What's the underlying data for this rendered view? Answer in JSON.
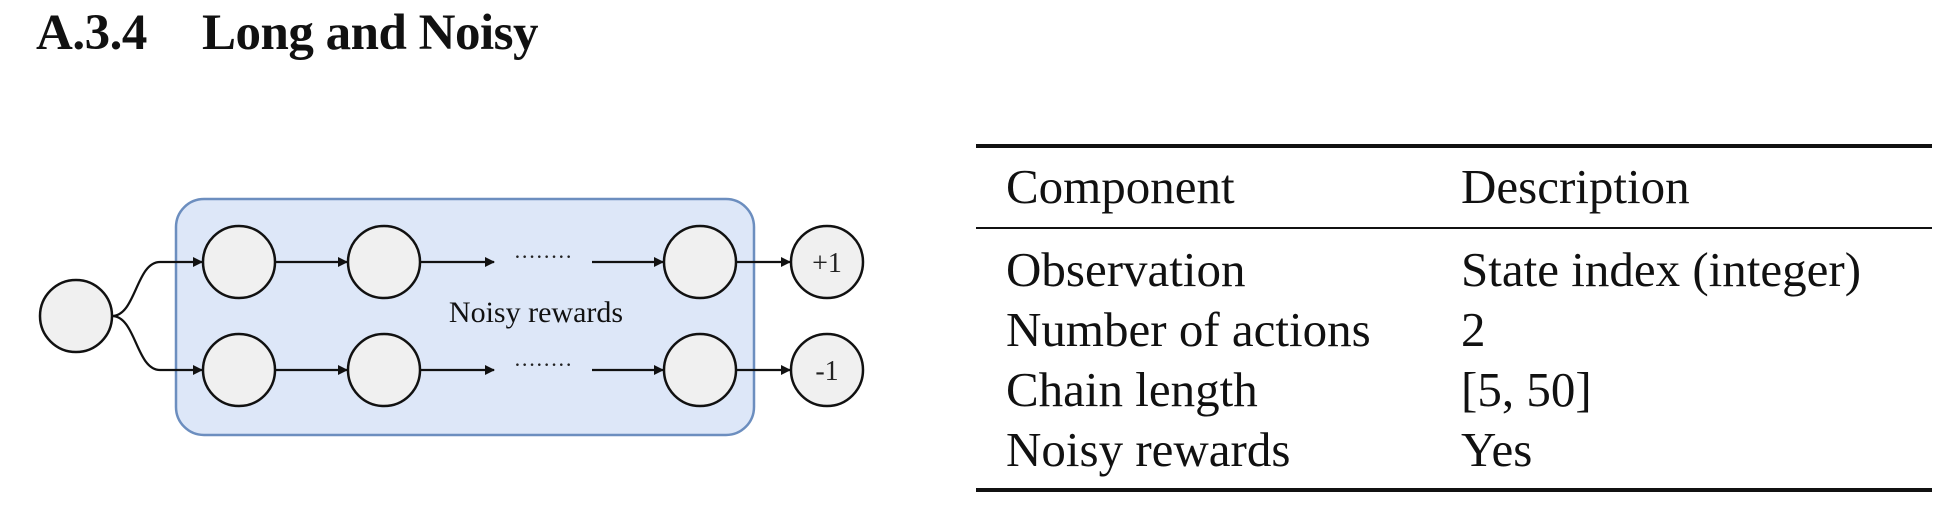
{
  "section": {
    "number": "A.3.4",
    "title": "Long and Noisy"
  },
  "diagram": {
    "box_label": "Noisy rewards",
    "ellipsis": "········",
    "terminal_top": "+1",
    "terminal_bottom": "-1",
    "colors": {
      "box_fill": "#dde7f8",
      "box_stroke": "#6c8ebf",
      "node_fill": "#f0f0f0",
      "stroke": "#111111"
    }
  },
  "table": {
    "headers": [
      "Component",
      "Description"
    ],
    "rows": [
      [
        "Observation",
        "State index (integer)"
      ],
      [
        "Number of actions",
        "2"
      ],
      [
        "Chain length",
        "[5, 50]"
      ],
      [
        "Noisy rewards",
        "Yes"
      ]
    ]
  }
}
